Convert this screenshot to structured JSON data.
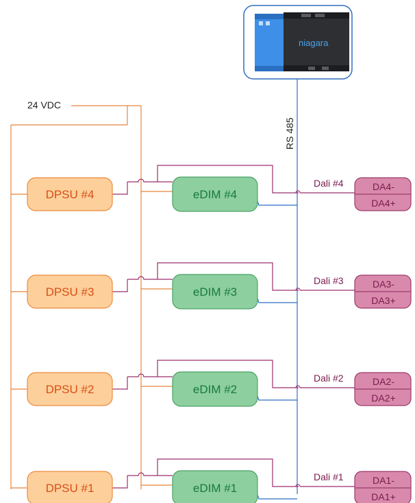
{
  "colors": {
    "power": "#e8843c",
    "dpsu_fill": "#fdcf9b",
    "dpsu_stroke": "#eb8a3d",
    "dpsu_text": "#d94f16",
    "edim_fill": "#8ecf9f",
    "edim_stroke": "#4aa266",
    "edim_text": "#177a3c",
    "dali_line": "#9b2e6e",
    "dali_fill": "#d98aac",
    "dali_stroke": "#9b3a6c",
    "dali_text": "#7a1a4e",
    "rs485": "#2f6fc4",
    "controller_border": "#2e6fbf"
  },
  "supply": {
    "label": "24 VDC"
  },
  "bus": {
    "label": "RS 485"
  },
  "controller": {
    "brand": "niagara",
    "icon": "controller-device-icon"
  },
  "channels": [
    {
      "dpsu": "DPSU #4",
      "edim": "eDIM #4",
      "dali": "Dali #4",
      "neg": "DA4-",
      "pos": "DA4+"
    },
    {
      "dpsu": "DPSU #3",
      "edim": "eDIM #3",
      "dali": "Dali #3",
      "neg": "DA3-",
      "pos": "DA3+"
    },
    {
      "dpsu": "DPSU #2",
      "edim": "eDIM #2",
      "dali": "Dali #2",
      "neg": "DA2-",
      "pos": "DA2+"
    },
    {
      "dpsu": "DPSU #1",
      "edim": "eDIM #1",
      "dali": "Dali #1",
      "neg": "DA1-",
      "pos": "DA1+"
    }
  ]
}
